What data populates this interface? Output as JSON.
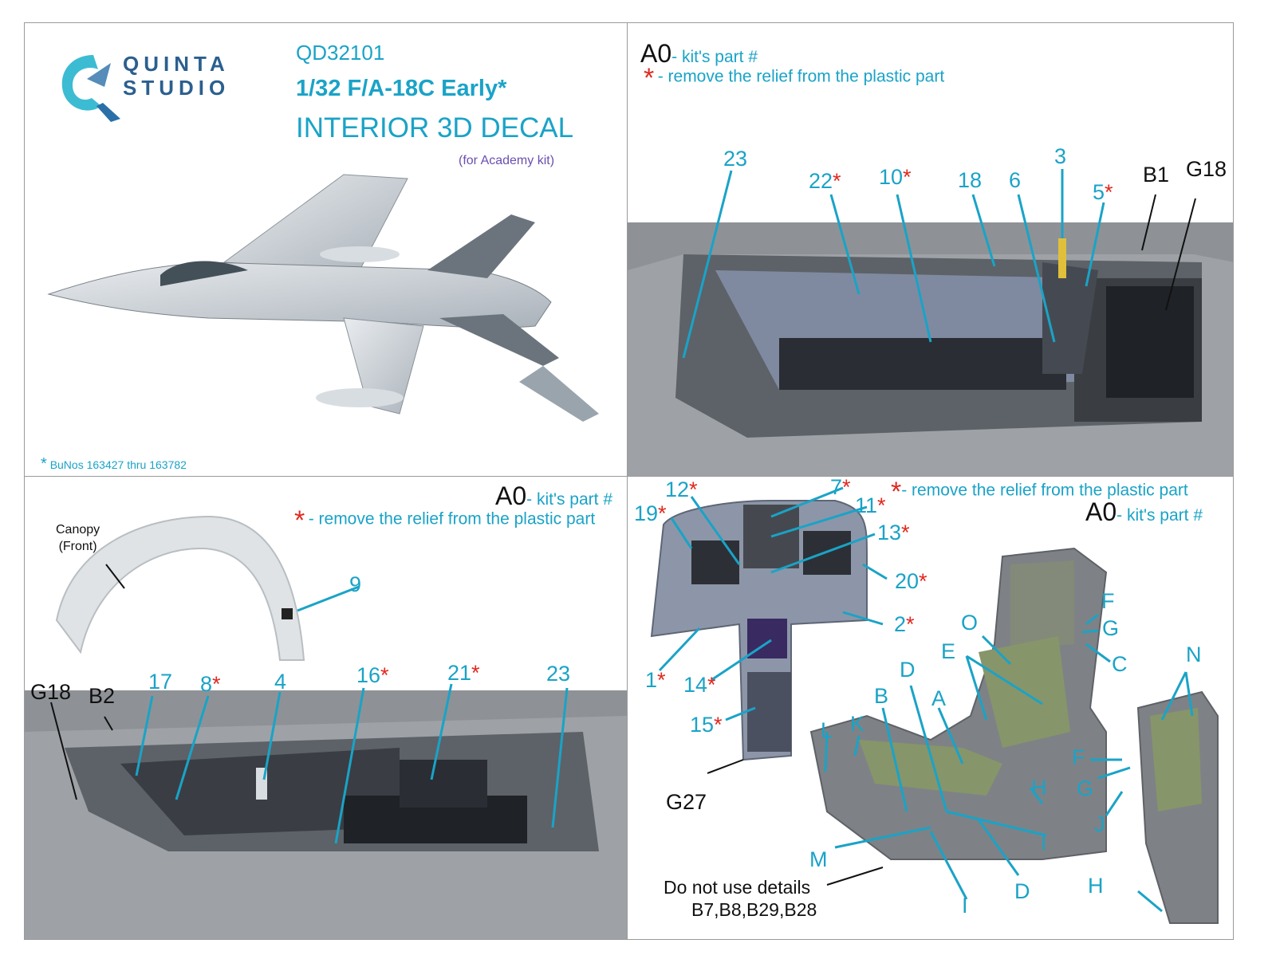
{
  "brand": {
    "line1": "QUINTA",
    "line2": "STUDIO"
  },
  "product": {
    "code": "QD32101",
    "title": "1/32 F/A-18C Early",
    "title_asterisk": "*",
    "subtitle": "INTERIOR 3D DECAL",
    "kit_note": "(for Academy kit)",
    "footnote_mark": "*",
    "footnote": "BuNos 163427 thru 163782"
  },
  "legend": {
    "part_key": "A0",
    "part_text": "- kit's part #",
    "star": "*",
    "relief_text": "- remove the relief from the plastic part"
  },
  "panel_tr": {
    "labels": [
      {
        "text": "23",
        "star": ""
      },
      {
        "text": "22",
        "star": "*"
      },
      {
        "text": "10",
        "star": "*"
      },
      {
        "text": "18",
        "star": ""
      },
      {
        "text": "6",
        "star": ""
      },
      {
        "text": "3",
        "star": ""
      },
      {
        "text": "5",
        "star": "*"
      }
    ],
    "parts": [
      "B1",
      "G18"
    ]
  },
  "panel_bl": {
    "canopy_label": "Canopy\n(Front)",
    "labels": [
      {
        "text": "9",
        "star": ""
      },
      {
        "text": "17",
        "star": ""
      },
      {
        "text": "8",
        "star": "*"
      },
      {
        "text": "4",
        "star": ""
      },
      {
        "text": "16",
        "star": "*"
      },
      {
        "text": "21",
        "star": "*"
      },
      {
        "text": "23",
        "star": ""
      }
    ],
    "parts": [
      "G18",
      "B2"
    ]
  },
  "panel_br": {
    "dash_labels": [
      {
        "text": "12",
        "star": "*"
      },
      {
        "text": "7",
        "star": "*"
      },
      {
        "text": "11",
        "star": "*"
      },
      {
        "text": "19",
        "star": "*"
      },
      {
        "text": "13",
        "star": "*"
      },
      {
        "text": "20",
        "star": "*"
      },
      {
        "text": "2",
        "star": "*"
      },
      {
        "text": "1",
        "star": "*"
      },
      {
        "text": "14",
        "star": "*"
      },
      {
        "text": "15",
        "star": "*"
      }
    ],
    "dash_part": "G27",
    "seat_letters": [
      "F",
      "G",
      "O",
      "E",
      "C",
      "D",
      "B",
      "A",
      "L",
      "K",
      "H",
      "I",
      "M",
      "I",
      "D",
      "N",
      "F",
      "G",
      "J",
      "H"
    ],
    "note_line1": "Do not use details",
    "note_line2": "B7,B8,B29,B28"
  },
  "colors": {
    "cyan": "#1aa3c7",
    "red": "#e0291f",
    "grey_bg": "#9ea2a6"
  }
}
